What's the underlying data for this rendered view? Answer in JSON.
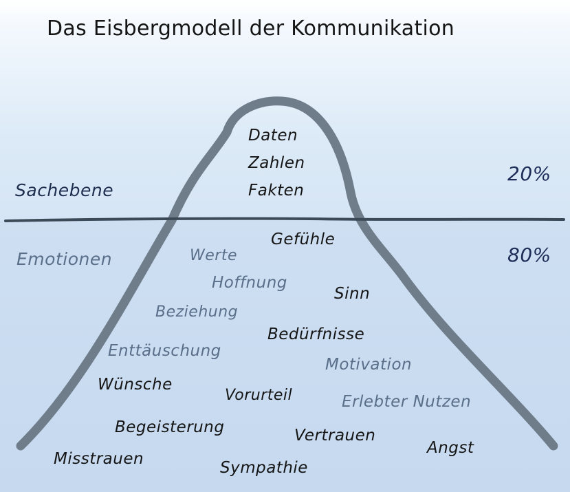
{
  "title": "Das Eisbergmodell der Kommunikation",
  "above_water": {
    "label": "Sachebene",
    "percent": "20%",
    "items": [
      "Daten",
      "Zahlen",
      "Fakten"
    ]
  },
  "below_water": {
    "label": "Emotionen",
    "percent": "80%",
    "items": [
      "Gefühle",
      "Werte",
      "Hoffnung",
      "Sinn",
      "Beziehung",
      "Bedürfnisse",
      "Enttäuschung",
      "Motivation",
      "Wünsche",
      "Vorurteil",
      "Erlebter Nutzen",
      "Begeisterung",
      "Vertrauen",
      "Angst",
      "Misstrauen",
      "Sympathie"
    ]
  },
  "colors": {
    "iceberg_outline": "#6f7d8b",
    "waterline": "#3c4a58",
    "water": "#c6d9ef",
    "sky": "#ffffff",
    "muted_text": "#596e88",
    "dark_text": "#151515"
  }
}
